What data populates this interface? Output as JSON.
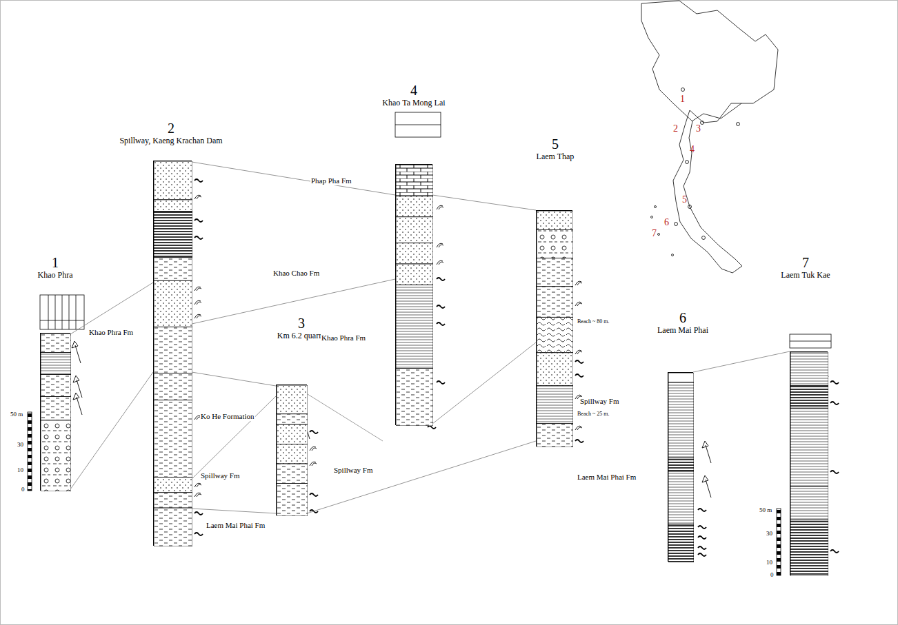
{
  "diagram": {
    "nodes": [
      {
        "text": [
          "1",
          "Khao Phra"
        ]
      },
      {
        "text": [
          "2",
          "Spillway, Kaeng Krachan Dam"
        ]
      },
      {
        "text": [
          "3",
          "Km 6.2 quarry"
        ]
      },
      {
        "text": [
          "4",
          "Khao Ta Mong Lai"
        ]
      },
      {
        "text": [
          "5",
          "Laem Thap"
        ]
      },
      {
        "text": [
          "6",
          "Laem Mai Phai"
        ]
      },
      {
        "text": [
          "7",
          "Laem Tuk Kae"
        ]
      }
    ],
    "edges": [
      {
        "from": 0,
        "to": 1,
        "arrow": "none"
      },
      {
        "from": 0,
        "to": 1,
        "arrow": "none"
      },
      {
        "from": 1,
        "to": 3,
        "arrow": "none"
      },
      {
        "from": 1,
        "to": 3,
        "arrow": "none"
      },
      {
        "from": 1,
        "to": 2,
        "arrow": "none"
      },
      {
        "from": 1,
        "to": 2,
        "arrow": "none"
      },
      {
        "from": 1,
        "to": 2,
        "arrow": "none"
      },
      {
        "from": 2,
        "to": 4,
        "arrow": "none"
      },
      {
        "from": 3,
        "to": 4,
        "arrow": "none"
      },
      {
        "from": 3,
        "to": 4,
        "arrow": "none"
      },
      {
        "from": 5,
        "to": 6,
        "arrow": "none"
      }
    ],
    "labels": [
      "Khao Phra Fm",
      "Ko He Formation",
      "Spillway Fm",
      "Laem Mai Phai Fm",
      "Khao Chao Fm",
      "Phap Pha Fm",
      "Khao Phra Fm",
      "Spillway Fm",
      "Spillway Fm",
      "Laem Mai Phai Fm",
      "Beach ~ 80 m.",
      "Beach ~ 25 m.",
      "50 m",
      "30",
      "10",
      "0",
      "50 m",
      "30",
      "10",
      "0",
      "1",
      "2",
      "3",
      "4",
      "5",
      "6",
      "7"
    ]
  }
}
